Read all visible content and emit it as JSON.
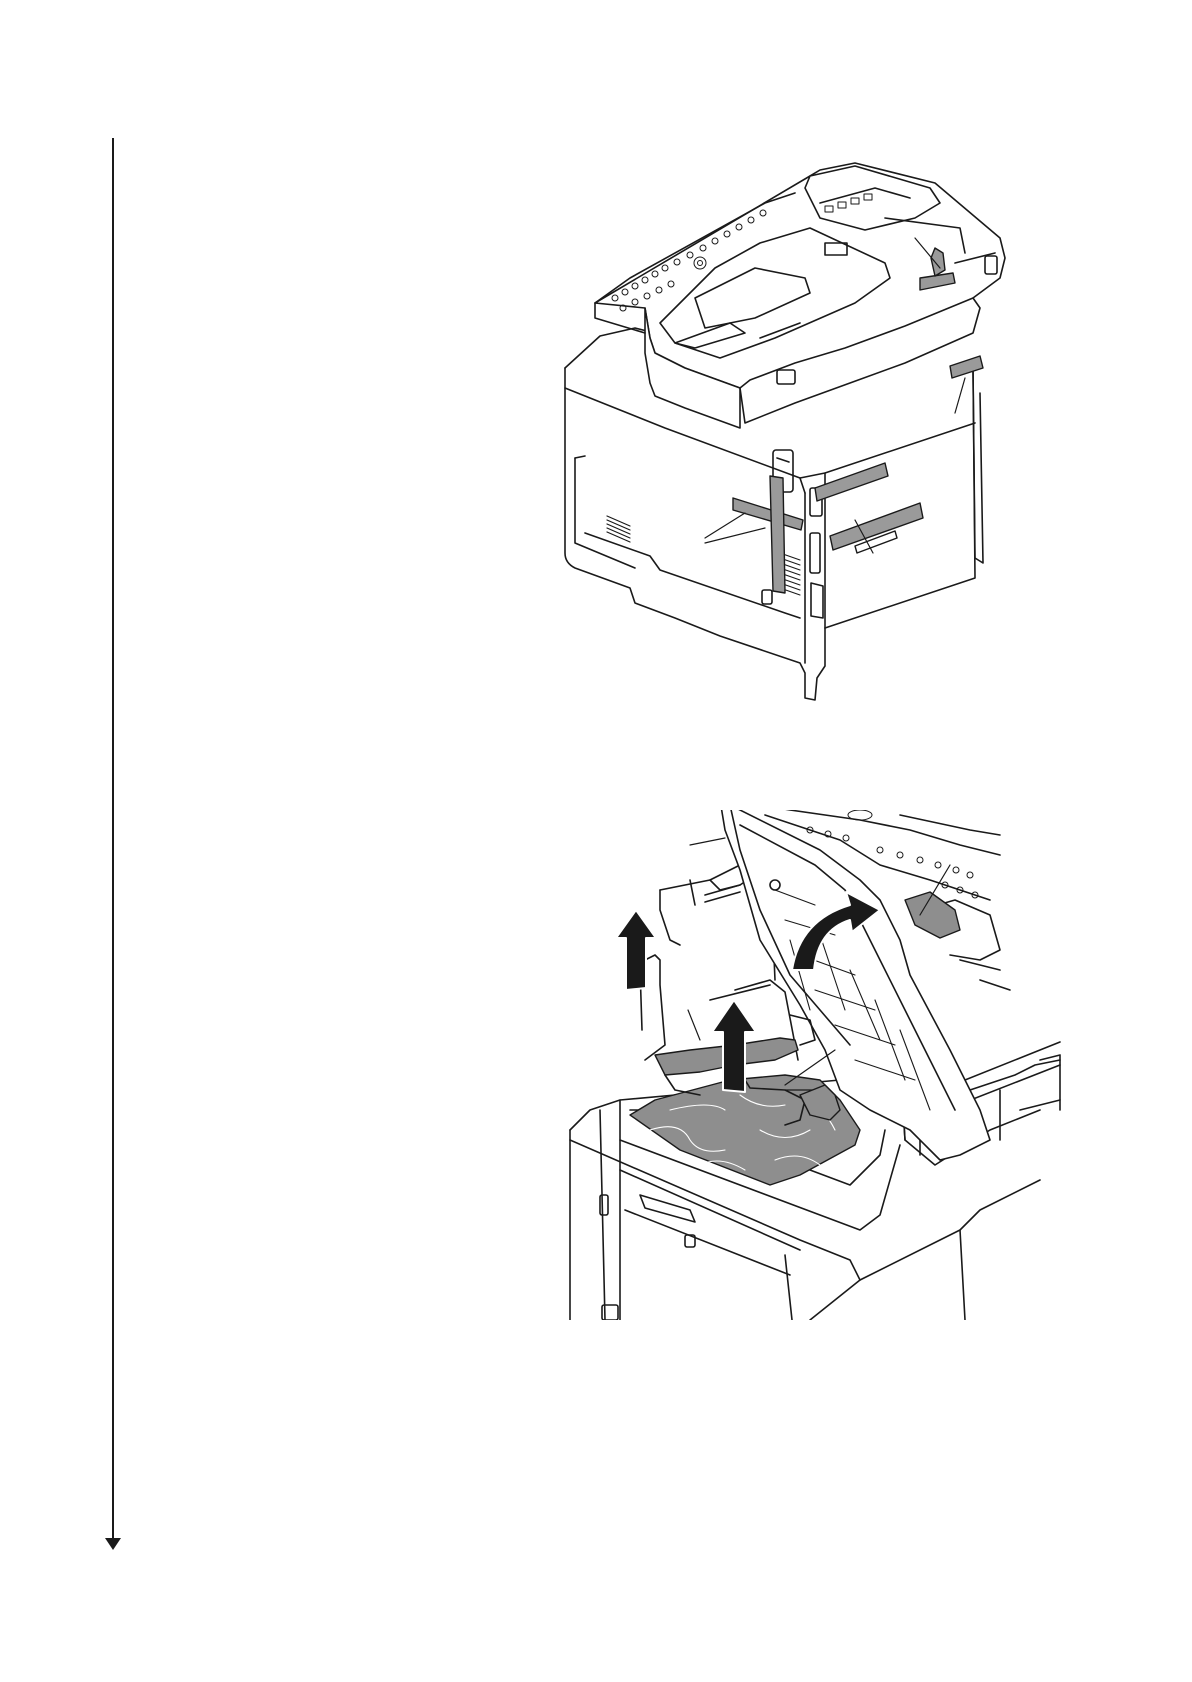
{
  "page": {
    "background": "#ffffff",
    "line_color": "#1a1a1a",
    "tape_color": "#9a9a9a",
    "sheet_color": "#8e8e8e"
  },
  "figures": [
    {
      "name": "figure-removing-tapes-rear",
      "icon": "printer-rear-illustration"
    },
    {
      "name": "figure-removing-packing-materials",
      "icon": "printer-open-top-illustration"
    }
  ],
  "flow": {
    "icon": "arrow-down-icon"
  }
}
